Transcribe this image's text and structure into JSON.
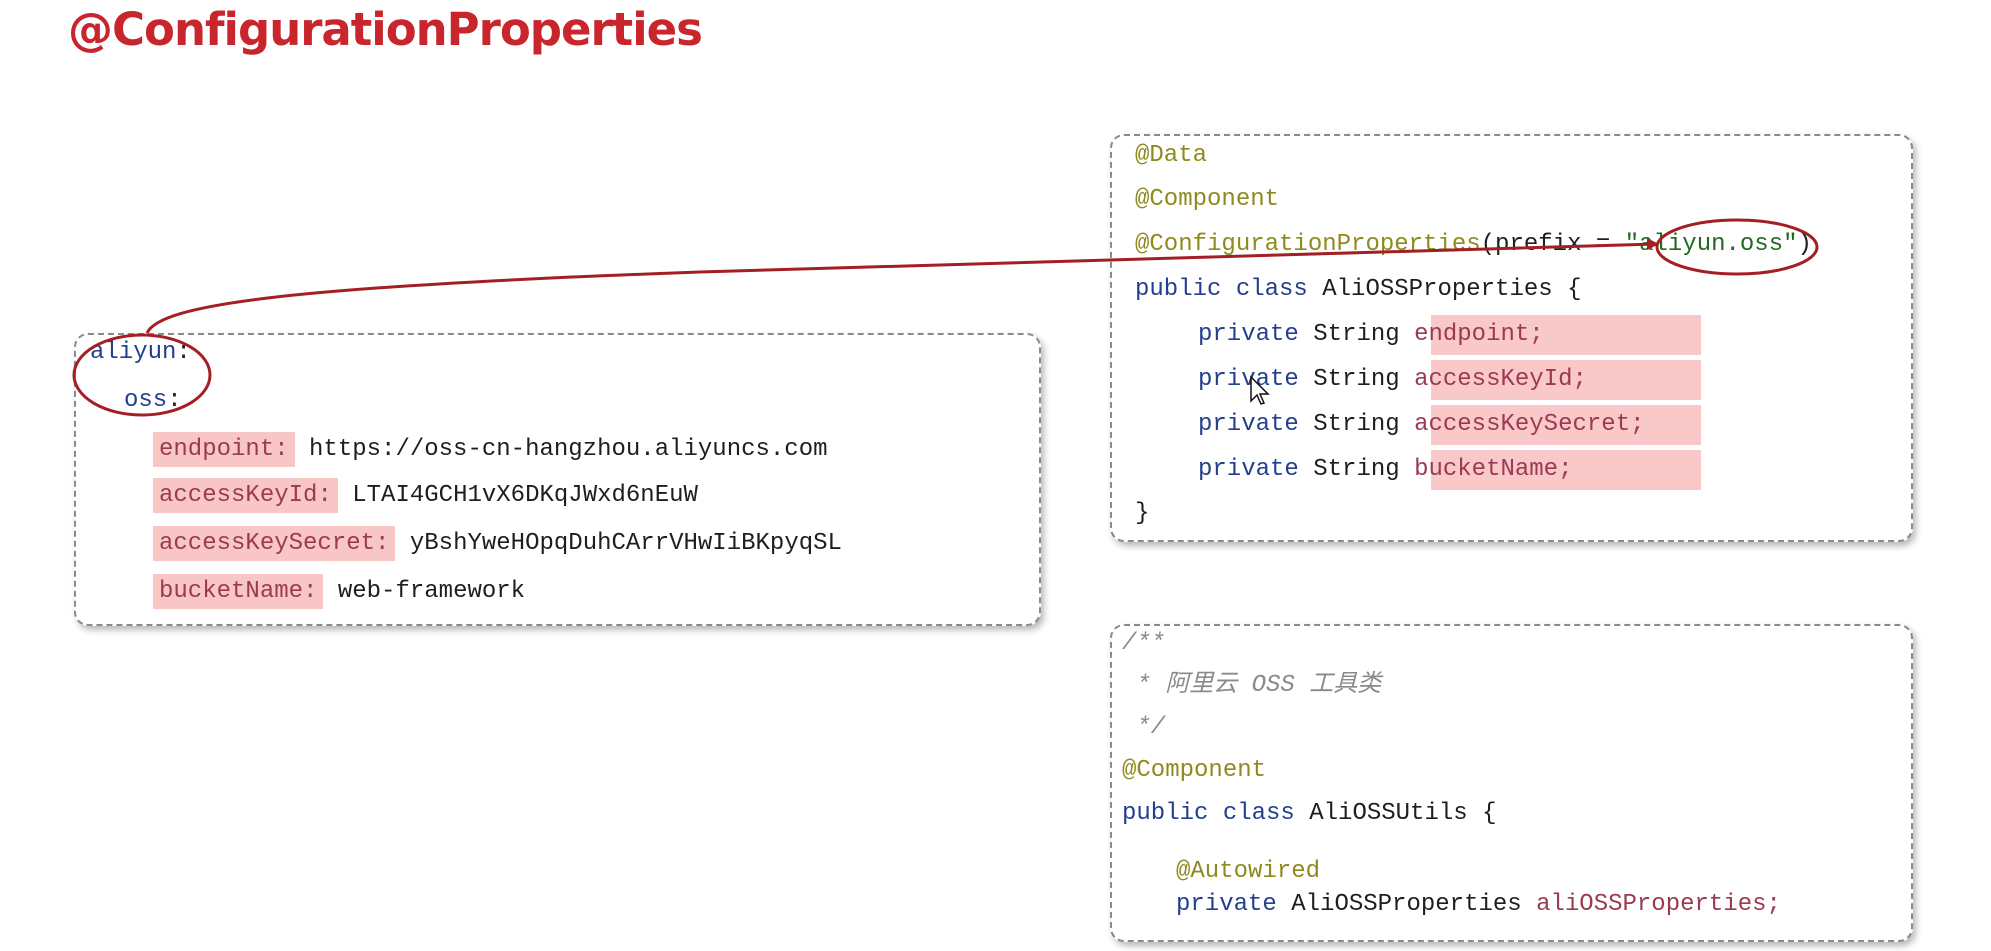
{
  "slide": {
    "title": "@ConfigurationProperties"
  },
  "yaml": {
    "root_key": "aliyun",
    "sub_key": "oss",
    "colon": ":",
    "entries": [
      {
        "key": "endpoint",
        "value": "https://oss-cn-hangzhou.aliyuncs.com"
      },
      {
        "key": "accessKeyId",
        "value": "LTAI4GCH1vX6DKqJWxd6nEuW"
      },
      {
        "key": "accessKeySecret",
        "value": "yBshYweHOpqDuhCArrVHwIiBKpyqSL"
      },
      {
        "key": "bucketName",
        "value": "web-framework"
      }
    ]
  },
  "properties_class": {
    "annotation_data": "@Data",
    "annotation_component": "@Component",
    "annotation_config": "@ConfigurationProperties",
    "prefix_part": "(prefix = ",
    "prefix_value": "\"aliyun.oss\"",
    "close_paren": ")",
    "class_decl_kw": "public class",
    "class_name": "AliOSSProperties {",
    "field_modifier": "private",
    "field_type": "String",
    "fields": [
      "endpoint;",
      "accessKeyId;",
      "accessKeySecret;",
      "bucketName;"
    ],
    "closing_brace": "}"
  },
  "utils_class": {
    "comment_open": "/**",
    "comment_body": " * 阿里云 OSS 工具类",
    "comment_close": " */",
    "annotation_component": "@Component",
    "class_decl_kw": "public class",
    "class_name": "AliOSSUtils {",
    "annotation_autowired": "@Autowired",
    "field_modifier": "private",
    "field_type": "AliOSSProperties",
    "field_name": "aliOSSProperties;"
  },
  "colors": {
    "title": "#c9252c",
    "highlight": "#f9c6c6",
    "annotation_circle": "#a31f24",
    "keyword": "#23408e",
    "annotation": "#8f8a1e",
    "string": "#1f6a1f"
  }
}
